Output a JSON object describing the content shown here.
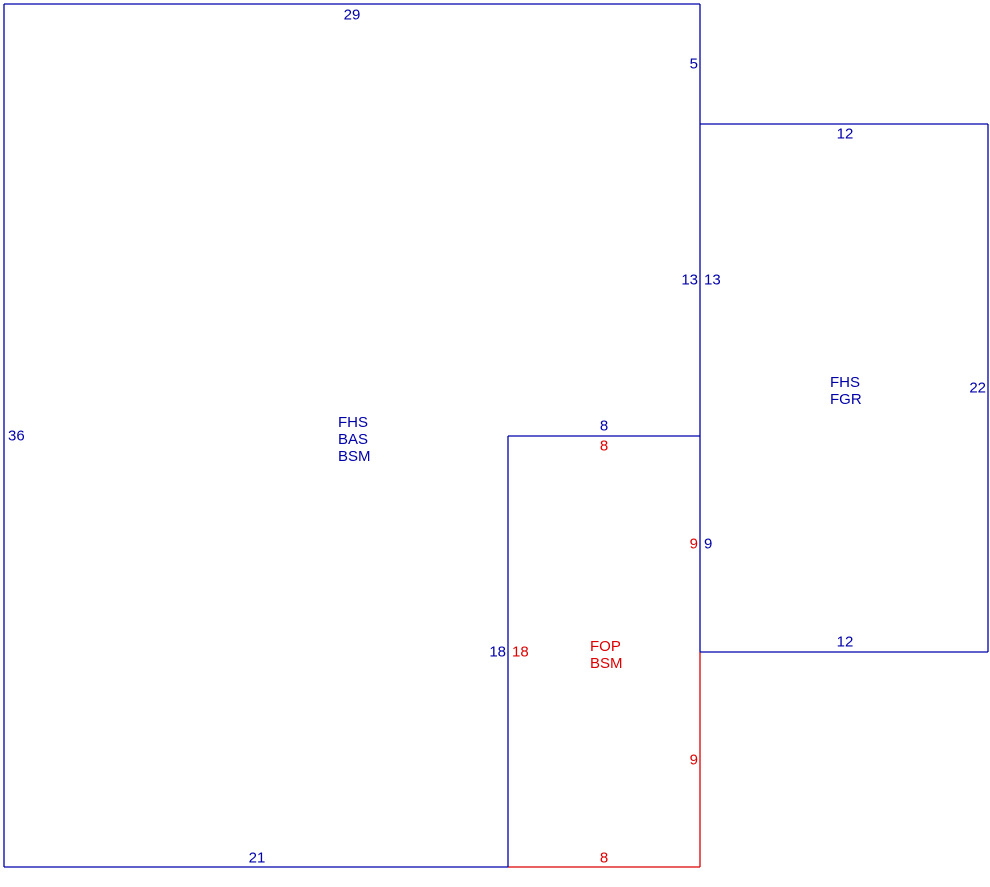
{
  "colors": {
    "main_line": "#0000aa",
    "porch_line": "#dd0000",
    "background": "#ffffff"
  },
  "areas": {
    "main_house": {
      "codes": [
        "FHS",
        "BAS",
        "BSM"
      ],
      "dims": {
        "top": "29",
        "left": "36",
        "bottom": "21",
        "right_upper": "5",
        "right_middle": "13",
        "notch_top": "8",
        "notch_side": "18"
      }
    },
    "garage": {
      "codes": [
        "FHS",
        "FGR"
      ],
      "dims": {
        "top": "12",
        "left_upper": "13",
        "left_lower": "9",
        "right": "22",
        "bottom": "12"
      }
    },
    "porch": {
      "codes": [
        "FOP",
        "BSM"
      ],
      "dims": {
        "top": "8",
        "left": "18",
        "right_upper": "9",
        "right_lower": "9",
        "bottom": "8"
      }
    }
  }
}
